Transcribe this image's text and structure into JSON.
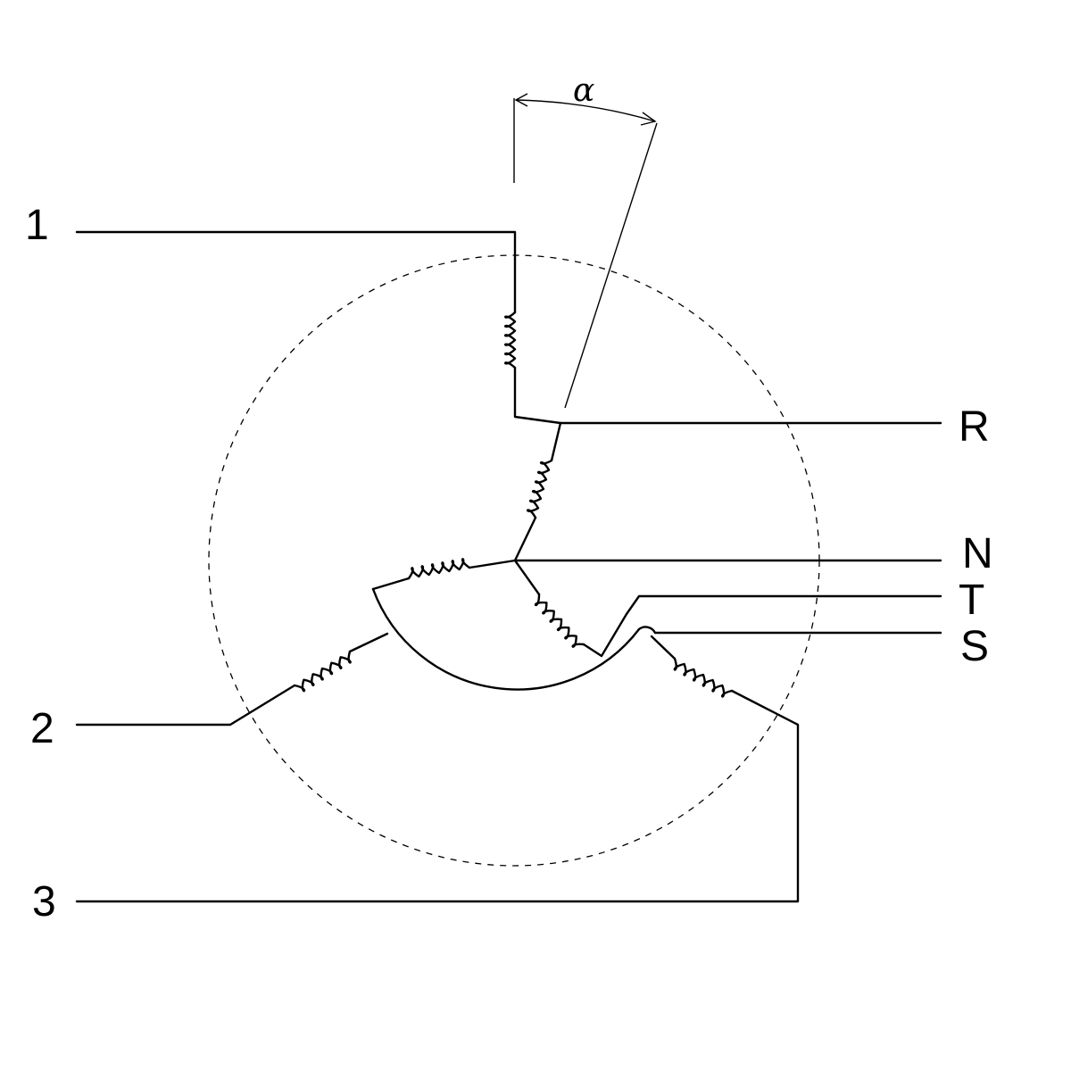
{
  "terminals": {
    "left": [
      "1",
      "2",
      "3"
    ],
    "right": [
      "R",
      "N",
      "T",
      "S"
    ]
  },
  "angle_label": "α"
}
